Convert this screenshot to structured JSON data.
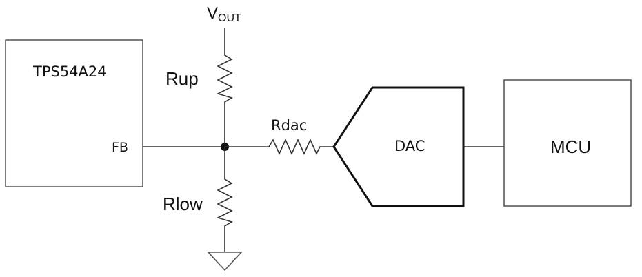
{
  "labels": {
    "vout_main": "V",
    "vout_sub": "OUT",
    "ic": "TPS54A24",
    "fb_pin": "FB",
    "r_up": "Rup",
    "r_low": "Rlow",
    "r_dac": "Rdac",
    "dac": "DAC",
    "mcu": "MCU"
  }
}
